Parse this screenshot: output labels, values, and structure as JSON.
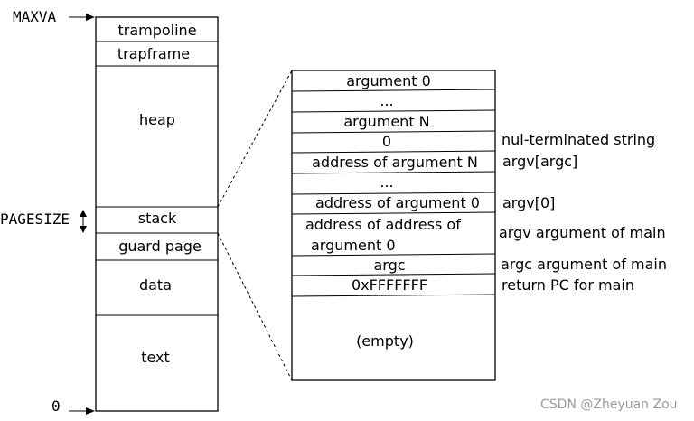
{
  "left_column": {
    "maxva_label": "MAXVA",
    "zero_label": "0",
    "pagesize_label": "PAGESIZE",
    "segments": [
      "trampoline",
      "trapframe",
      "heap",
      "stack",
      "guard page",
      "data",
      "text"
    ]
  },
  "stack_detail": {
    "rows": [
      "argument 0",
      "...",
      "argument N",
      "0",
      "address of argument N",
      "...",
      "address of argument 0",
      "address of address of",
      "argument 0",
      "argc",
      "0xFFFFFFF",
      "(empty)"
    ],
    "annotations": [
      "nul-terminated string",
      "argv[argc]",
      "argv[0]",
      "argv argument of main",
      "argc argument of main",
      "return PC for main"
    ]
  },
  "watermark": "CSDN @Zheyuan Zou"
}
